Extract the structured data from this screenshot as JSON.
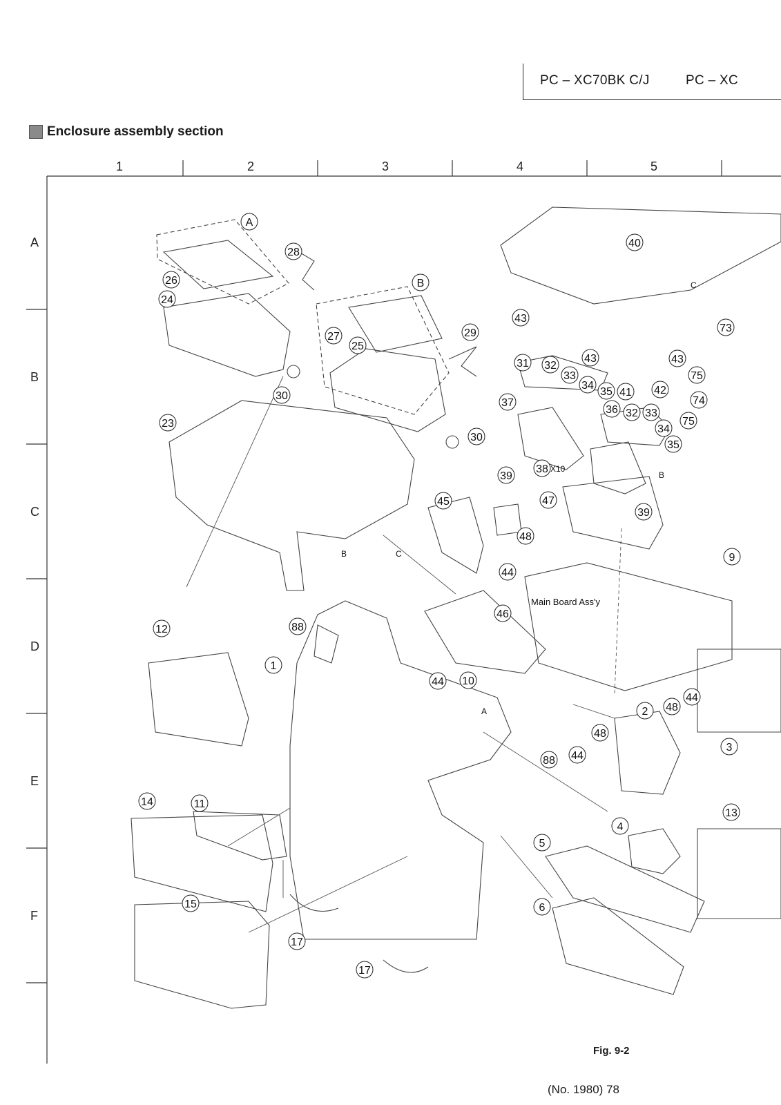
{
  "header": {
    "model_1": "PC – XC70BK C/J",
    "model_2": "PC – XC"
  },
  "section_title": "Enclosure assembly section",
  "grid": {
    "columns": [
      "1",
      "2",
      "3",
      "4",
      "5"
    ],
    "rows": [
      "A",
      "B",
      "C",
      "D",
      "E",
      "F"
    ]
  },
  "callouts": {
    "A": "A",
    "B": "B",
    "p1": "1",
    "p2": "2",
    "p3": "3",
    "p4": "4",
    "p5": "5",
    "p6": "6",
    "p10": "10",
    "p11": "11",
    "p12": "12",
    "p13": "13",
    "p14": "14",
    "p15": "15",
    "p17a": "17",
    "p17b": "17",
    "p23": "23",
    "p24": "24",
    "p25": "25",
    "p26": "26",
    "p27": "27",
    "p28": "28",
    "p29": "29",
    "p30a": "30",
    "p30b": "30",
    "p31": "31",
    "p32a": "32",
    "p32b": "32",
    "p33a": "33",
    "p33b": "33",
    "p34a": "34",
    "p34b": "34",
    "p35a": "35",
    "p35b": "35",
    "p36": "36",
    "p37": "37",
    "p38": "38",
    "p39a": "39",
    "p39b": "39",
    "p40": "40",
    "p41": "41",
    "p42": "42",
    "p43a": "43",
    "p43b": "43",
    "p43c": "43",
    "p44a": "44",
    "p44b": "44",
    "p44c": "44",
    "p44d": "44",
    "p45": "45",
    "p46": "46",
    "p47": "47",
    "p48a": "48",
    "p48b": "48",
    "p48c": "48",
    "p73": "73",
    "p74": "74",
    "p75a": "75",
    "p75b": "75",
    "p88a": "88",
    "p88b": "88",
    "p9": "9"
  },
  "annotations": {
    "x10": "X10",
    "main_board": "Main Board Ass'y",
    "ref_c1": "C",
    "ref_c2": "C",
    "ref_b1": "B",
    "ref_b2": "B",
    "ref_a": "A"
  },
  "footer": {
    "figure": "Fig. 9-2",
    "page": "(No. 1980) 78"
  }
}
